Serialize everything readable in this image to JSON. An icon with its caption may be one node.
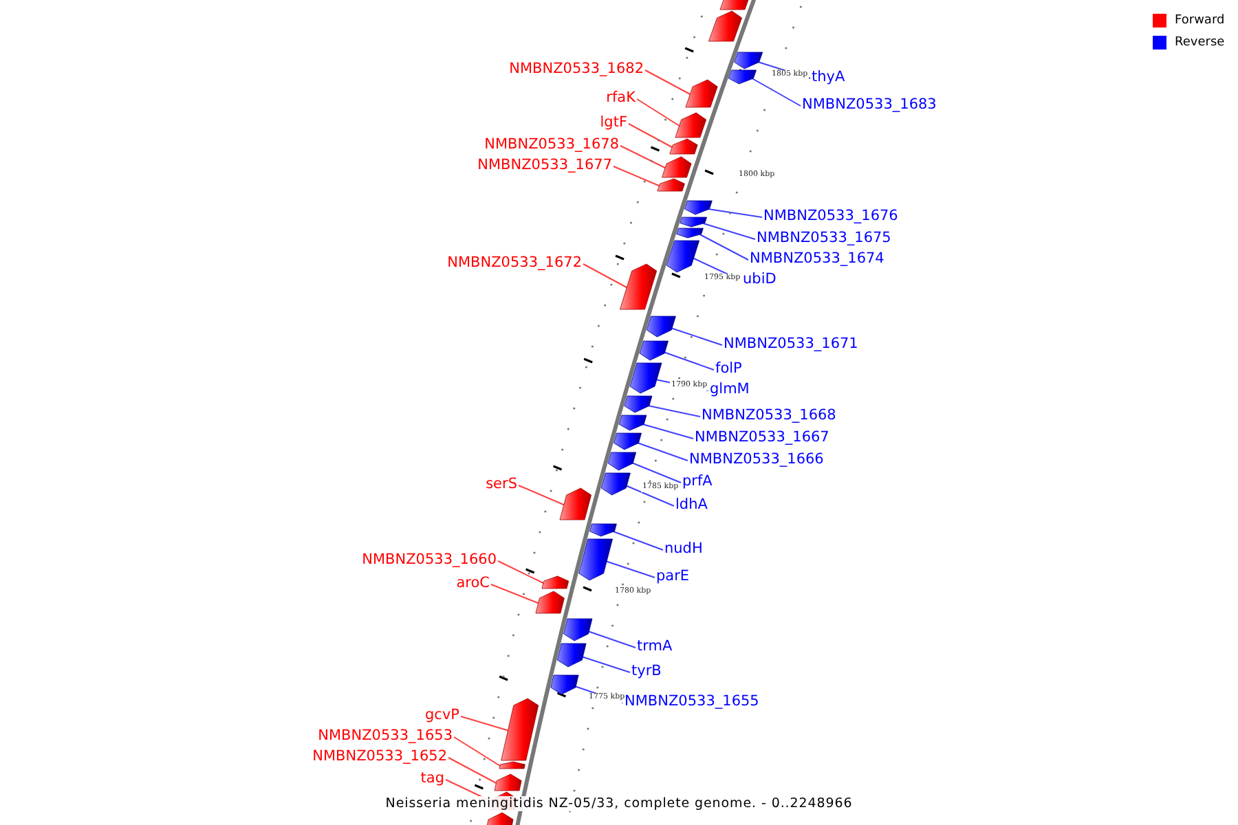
{
  "diagram": {
    "caption": "Neisseria meningitidis NZ-05/33, complete genome. - 0..2248966",
    "nodes": [
      {
        "text": [],
        "shape": "bar"
      },
      {
        "text": [],
        "shape": "bar"
      },
      {
        "text": [
          "NMBNZ0533_1682"
        ]
      },
      {
        "text": [],
        "shape": "bar"
      },
      {
        "text": [
          "thyA"
        ]
      },
      {
        "text": [],
        "shape": "bar"
      },
      {
        "text": [
          "rfaK"
        ]
      },
      {
        "text": [],
        "shape": "bar"
      },
      {
        "text": [
          "NMBNZ0533_1683"
        ]
      },
      {
        "text": [],
        "shape": "bar"
      },
      {
        "text": [
          "lgtF"
        ]
      },
      {
        "text": [],
        "shape": "bar"
      },
      {
        "text": [
          "NMBNZ0533_1678"
        ]
      },
      {
        "text": [],
        "shape": "bar"
      },
      {
        "text": [
          "NMBNZ0533_1677"
        ]
      },
      {
        "text": [],
        "shape": "bar"
      },
      {
        "text": [
          "NMBNZ0533_1676"
        ]
      },
      {
        "text": [],
        "shape": "bar"
      },
      {
        "text": [
          "NMBNZ0533_1675"
        ]
      },
      {
        "text": [],
        "shape": "bar"
      },
      {
        "text": [
          "NMBNZ0533_1674"
        ]
      },
      {
        "text": [],
        "shape": "bar"
      },
      {
        "text": [
          "NMBNZ0533_1672"
        ]
      },
      {
        "text": [],
        "shape": "bar"
      },
      {
        "text": [
          "ubiD"
        ]
      },
      {
        "text": [],
        "shape": "bar"
      },
      {
        "text": [
          "NMBNZ0533_1671"
        ]
      },
      {
        "text": [],
        "shape": "bar"
      },
      {
        "text": [
          "folP"
        ]
      },
      {
        "text": [],
        "shape": "bar"
      },
      {
        "text": [
          "glmM"
        ]
      },
      {
        "text": [],
        "shape": "bar"
      },
      {
        "text": [
          "NMBNZ0533_1668"
        ]
      },
      {
        "text": [],
        "shape": "bar"
      },
      {
        "text": [
          "NMBNZ0533_1667"
        ]
      },
      {
        "text": [],
        "shape": "bar"
      },
      {
        "text": [
          "NMBNZ0533_1666"
        ]
      },
      {
        "text": [],
        "shape": "bar"
      },
      {
        "text": [
          "prfA"
        ]
      },
      {
        "text": [],
        "shape": "bar"
      },
      {
        "text": [
          "serS"
        ]
      },
      {
        "text": [],
        "shape": "bar"
      },
      {
        "text": [
          "ldhA"
        ]
      },
      {
        "text": [],
        "shape": "bar"
      },
      {
        "text": [
          "nudH"
        ]
      },
      {
        "text": [],
        "shape": "bar"
      },
      {
        "text": [
          "NMBNZ0533_1660"
        ]
      },
      {
        "text": [],
        "shape": "bar"
      },
      {
        "text": [
          "parE"
        ]
      },
      {
        "text": [],
        "shape": "bar"
      },
      {
        "text": [
          "aroC"
        ]
      },
      {
        "text": [],
        "shape": "bar"
      },
      {
        "text": [
          "trmA"
        ]
      },
      {
        "text": [],
        "shape": "bar"
      },
      {
        "text": [
          "tyrB"
        ]
      },
      {
        "text": [],
        "shape": "bar"
      },
      {
        "text": [
          "NMBNZ0533_1655"
        ]
      },
      {
        "text": [],
        "shape": "bar"
      },
      {
        "text": [
          "gcvP"
        ]
      },
      {
        "text": [],
        "shape": "bar"
      },
      {
        "text": [
          "NMBNZ0533_1653"
        ]
      },
      {
        "text": [],
        "shape": "bar"
      },
      {
        "text": [
          "NMBNZ0533_1652"
        ]
      },
      {
        "text": [],
        "shape": "bar"
      },
      {
        "text": [
          "tag"
        ]
      },
      {
        "text": [],
        "shape": "bar"
      },
      {
        "text": [],
        "shape": "bar"
      }
    ],
    "edges": [
      {
        "from": 2,
        "to": 3,
        "arrow": "none",
        "color": "#ff0000"
      },
      {
        "from": 4,
        "to": 5,
        "arrow": "none"
      },
      {
        "from": 6,
        "to": 7,
        "arrow": "none",
        "color": "#ff0000"
      },
      {
        "from": 8,
        "to": 9,
        "arrow": "none"
      },
      {
        "from": 10,
        "to": 11,
        "arrow": "none",
        "color": "#ff0000"
      },
      {
        "from": 12,
        "to": 13,
        "arrow": "none",
        "color": "#ff0000"
      },
      {
        "from": 14,
        "to": 15,
        "arrow": "none",
        "color": "#ff0000"
      },
      {
        "from": 16,
        "to": 17,
        "arrow": "none"
      },
      {
        "from": 18,
        "to": 19,
        "arrow": "none"
      },
      {
        "from": 20,
        "to": 21,
        "arrow": "none"
      },
      {
        "from": 22,
        "to": 23,
        "arrow": "none",
        "color": "#ff0000"
      },
      {
        "from": 24,
        "to": 25,
        "arrow": "none"
      },
      {
        "from": 26,
        "to": 27,
        "arrow": "none"
      },
      {
        "from": 28,
        "to": 29,
        "arrow": "none"
      },
      {
        "from": 30,
        "to": 31,
        "arrow": "none"
      },
      {
        "from": 32,
        "to": 33,
        "arrow": "none"
      },
      {
        "from": 34,
        "to": 35,
        "arrow": "none"
      },
      {
        "from": 36,
        "to": 37,
        "arrow": "none"
      },
      {
        "from": 38,
        "to": 39,
        "arrow": "none"
      },
      {
        "from": 40,
        "to": 41,
        "arrow": "none",
        "color": "#ff0000"
      },
      {
        "from": 42,
        "to": 43,
        "arrow": "none"
      },
      {
        "from": 44,
        "to": 45,
        "arrow": "none"
      },
      {
        "from": 46,
        "to": 47,
        "arrow": "none",
        "color": "#ff0000"
      },
      {
        "from": 48,
        "to": 49,
        "arrow": "none"
      },
      {
        "from": 50,
        "to": 51,
        "arrow": "none",
        "color": "#ff0000"
      },
      {
        "from": 52,
        "to": 53,
        "arrow": "none"
      },
      {
        "from": 54,
        "to": 55,
        "arrow": "none"
      },
      {
        "from": 56,
        "to": 57,
        "arrow": "none"
      },
      {
        "from": 58,
        "to": 59,
        "arrow": "none",
        "color": "#ff0000"
      },
      {
        "from": 60,
        "to": 61,
        "arrow": "none",
        "color": "#ff0000"
      },
      {
        "from": 62,
        "to": 63,
        "arrow": "none",
        "color": "#ff0000"
      },
      {
        "from": 64,
        "to": 65,
        "arrow": "none",
        "color": "#ff0000"
      }
    ],
    "labels": [
      "1805 kbp",
      "1800 kbp",
      "1795 kbp",
      "1790 kbp",
      "1785 kbp",
      "1780 kbp",
      "1775 kbp"
    ],
    "legend": [
      {
        "text": "Forward",
        "color": "#ff0000"
      },
      {
        "text": "Reverse",
        "color": "#0000ff"
      }
    ]
  }
}
